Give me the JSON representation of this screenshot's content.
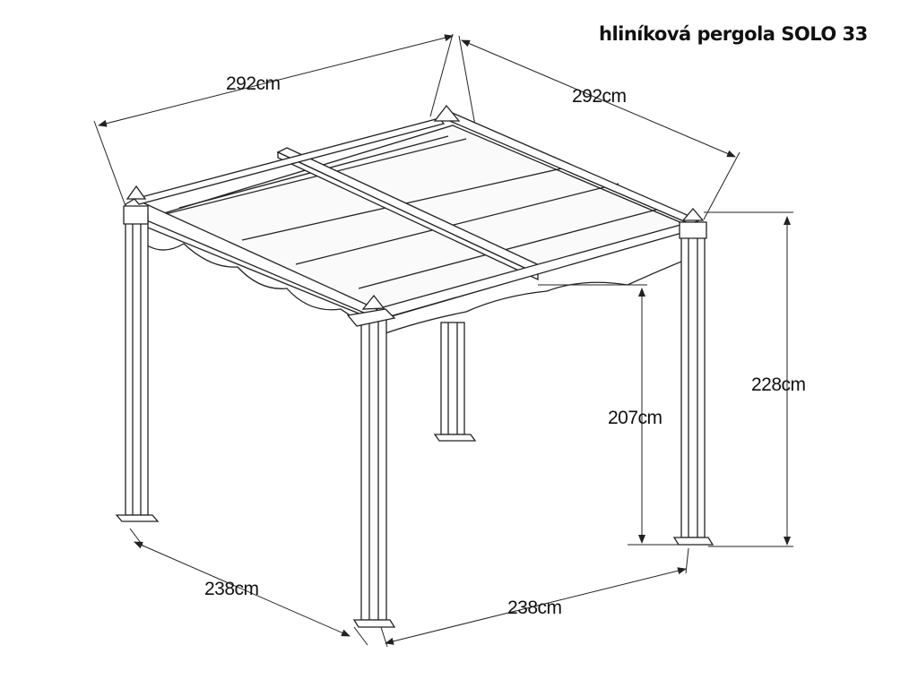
{
  "title": "hliníková pergola SOLO 33",
  "dimensions": {
    "width_top_left": "292cm",
    "width_top_right": "292cm",
    "height_total": "228cm",
    "height_clear": "207cm",
    "base_left": "238cm",
    "base_right": "238cm"
  }
}
